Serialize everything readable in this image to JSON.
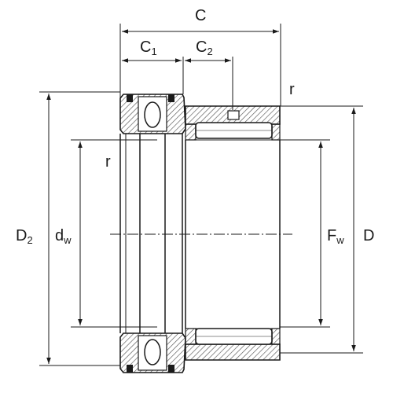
{
  "labels": {
    "C": "C",
    "C1": {
      "main": "C",
      "sub": "1"
    },
    "C2": {
      "main": "C",
      "sub": "2"
    },
    "r_top": "r",
    "r_left": "r",
    "D2": {
      "main": "D",
      "sub": "2"
    },
    "dw": {
      "main": "d",
      "sub": "w"
    },
    "Fw": {
      "main": "F",
      "sub": "w"
    },
    "D": "D"
  },
  "colors": {
    "line": "#1a1a1a",
    "hatch": "#555555",
    "background": "#ffffff"
  }
}
